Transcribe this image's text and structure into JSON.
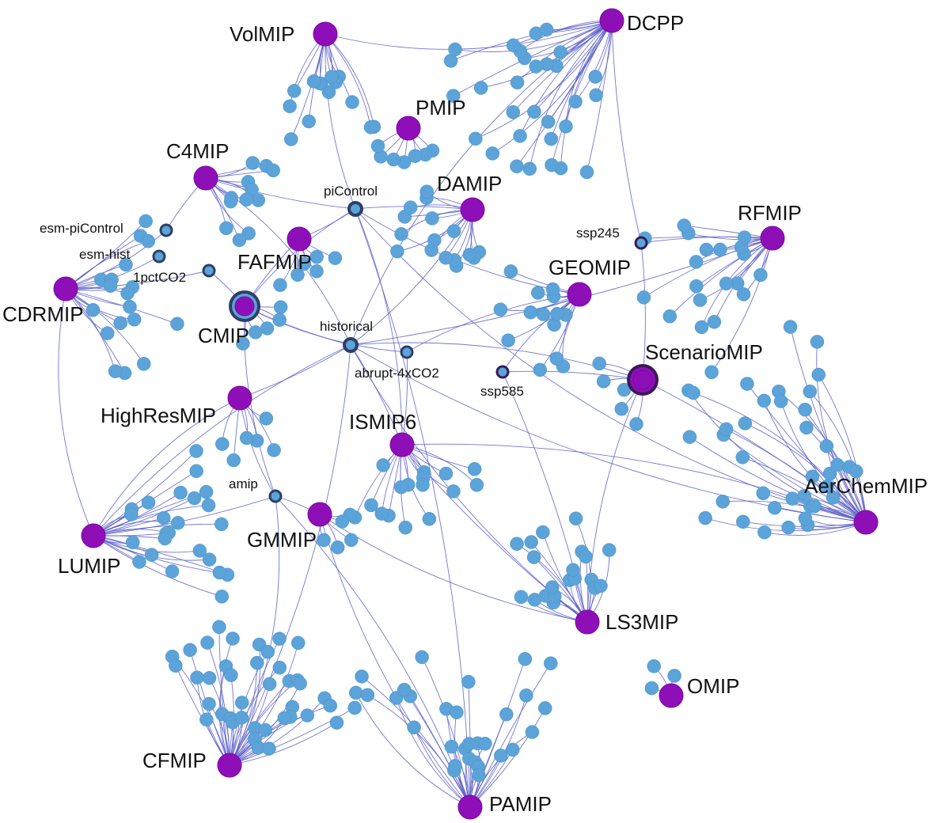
{
  "colors": {
    "mip_node": "#8e0fb8",
    "leaf_node": "#5ba3d8",
    "experiment_ring": "#2e3f66",
    "scenario_ring": "#3a1a5a",
    "edge": "#5a5ec8"
  },
  "mips": [
    {
      "id": "volmip",
      "label": "VolMIP"
    },
    {
      "id": "dcpp",
      "label": "DCPP"
    },
    {
      "id": "pmip",
      "label": "PMIP"
    },
    {
      "id": "c4mip",
      "label": "C4MIP"
    },
    {
      "id": "damip",
      "label": "DAMIP"
    },
    {
      "id": "rfmip",
      "label": "RFMIP"
    },
    {
      "id": "fafmip",
      "label": "FAFMIP"
    },
    {
      "id": "geomip",
      "label": "GEOMIP"
    },
    {
      "id": "cdrmip",
      "label": "CDRMIP"
    },
    {
      "id": "cmip",
      "label": "CMIP"
    },
    {
      "id": "scenariomip",
      "label": "ScenarioMIP"
    },
    {
      "id": "highresmip",
      "label": "HighResMIP"
    },
    {
      "id": "ismip6",
      "label": "ISMIP6"
    },
    {
      "id": "aerchemmip",
      "label": "AerChemMIP"
    },
    {
      "id": "gmmip",
      "label": "GMMIP"
    },
    {
      "id": "lumip",
      "label": "LUMIP"
    },
    {
      "id": "ls3mip",
      "label": "LS3MIP"
    },
    {
      "id": "omip",
      "label": "OMIP"
    },
    {
      "id": "cfmip",
      "label": "CFMIP"
    },
    {
      "id": "pamip",
      "label": "PAMIP"
    }
  ],
  "experiments": [
    {
      "id": "picontrol",
      "label": "piControl"
    },
    {
      "id": "esm-picontrol",
      "label": "esm-piControl"
    },
    {
      "id": "esm-hist",
      "label": "esm-hist"
    },
    {
      "id": "1pctco2",
      "label": "1pctCO2"
    },
    {
      "id": "ssp245",
      "label": "ssp245"
    },
    {
      "id": "historical",
      "label": "historical"
    },
    {
      "id": "abrupt-4xco2",
      "label": "abrupt-4xCO2"
    },
    {
      "id": "ssp585",
      "label": "ssp585"
    },
    {
      "id": "amip",
      "label": "amip"
    }
  ]
}
